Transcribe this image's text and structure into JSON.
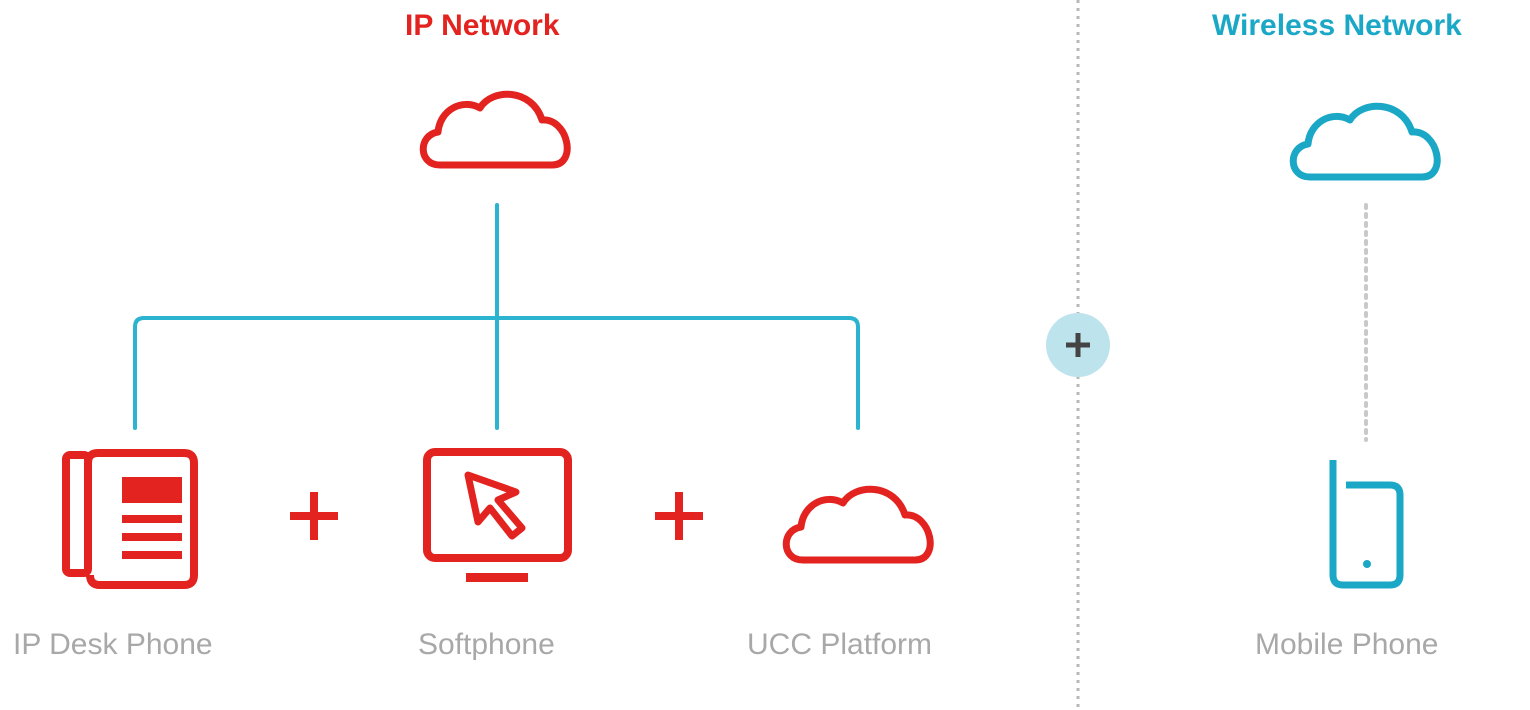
{
  "ip_network": {
    "title": "IP Network",
    "color": "#e3231f",
    "endpoints": [
      {
        "label": "IP Desk Phone",
        "icon": "desk-phone-icon"
      },
      {
        "label": "Softphone",
        "icon": "monitor-cursor-icon"
      },
      {
        "label": "UCC Platform",
        "icon": "cloud-icon"
      }
    ],
    "connector_icon": "plus-icon"
  },
  "wireless_network": {
    "title": "Wireless Network",
    "color": "#1ba8c6",
    "endpoints": [
      {
        "label": "Mobile Phone",
        "icon": "mobile-phone-icon"
      }
    ]
  },
  "divider": {
    "badge_icon": "plus-icon",
    "badge_color": "#bde3ec"
  },
  "line_color": "#2bb3cf"
}
